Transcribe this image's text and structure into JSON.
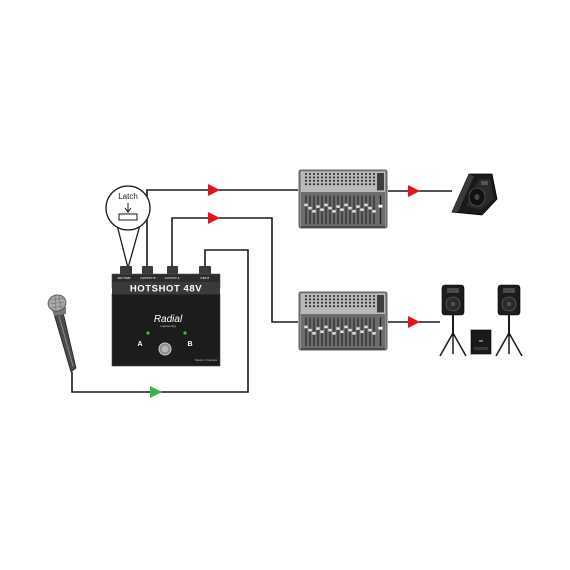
{
  "latch_label": "Latch",
  "device": {
    "name": "HOTSHOT",
    "model": "48V",
    "brand": "Radial",
    "brand_tagline": "engineering",
    "footswitch_a": "A",
    "footswitch_b": "B",
    "made_in": "Made in Canada",
    "jack_labels": [
      "48V PWR",
      "OUTPUT B",
      "OUTPUT A",
      "INPUT"
    ]
  },
  "colors": {
    "cable": "#1a1a1a",
    "arrow_out": "#e8121a",
    "arrow_in": "#3cb34a",
    "device_body": "#1c1c1c",
    "mixer_body": "#9a9a9a"
  },
  "icons": {
    "microphone": "microphone-icon",
    "mixer_top": "mixer-icon",
    "mixer_bottom": "mixer-icon",
    "monitor": "stage-monitor-icon",
    "pa_left": "pa-speaker-icon",
    "pa_right": "pa-speaker-icon",
    "subwoofer": "subwoofer-icon"
  }
}
